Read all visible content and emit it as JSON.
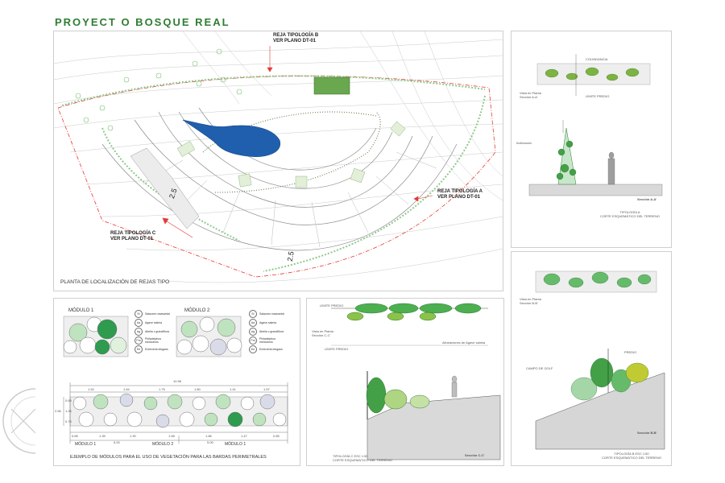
{
  "title": "PROYECT O BOSQUE REAL",
  "site_plan": {
    "caption": "PLANTA DE LOCALIZACIÓN DE REJAS TIPO",
    "label_b": [
      "REJA TIPOLOGÍA B",
      "VER PLANO DT-01"
    ],
    "label_a": [
      "REJA TIPOLOGÍA A",
      "VER PLANO DT-01"
    ],
    "label_c": [
      "REJA TIPOLOGÍA C",
      "VER PLANO DT-01"
    ],
    "dim_1": "2.5",
    "dim_2": "2.5"
  },
  "modules": {
    "module_1": "MÓDULO 1",
    "module_2": "MÓDULO 2",
    "legend": [
      {
        "code": "Sr",
        "text": "Salazam rosavantal"
      },
      {
        "code": "Aa",
        "text": "Agave salmia"
      },
      {
        "code": "Ag",
        "text": "Abelia x grandiflora"
      },
      {
        "code": "Pm",
        "text": "Philadelphus mexicanus"
      },
      {
        "code": "Ee",
        "text": "Echeveria elegans"
      }
    ],
    "legend_2": [
      {
        "code": "Sr",
        "text": "Salazam rosavantal"
      },
      {
        "code": "Aa",
        "text": "Agave salmia"
      },
      {
        "code": "Ag",
        "text": "Abelia x grandiflora"
      },
      {
        "code": "Pm",
        "text": "Philadelphus mexicanus"
      },
      {
        "code": "Ee",
        "text": "Echeveria elegans"
      }
    ],
    "total_dim": "10.96",
    "top_dims": [
      "1.52",
      "1.64",
      "1.75",
      "1.80",
      "1.41",
      "1.57"
    ],
    "bottom_dims": [
      "0.85",
      "1.35",
      "1.30",
      "1.58",
      "1.86",
      "1.47",
      "0.85"
    ],
    "side_dims": [
      "0.69",
      "1.26",
      "0.75"
    ],
    "height_dim": "2.56",
    "mod_labels": [
      "MÓDULO 1",
      "MÓDULO 2",
      "MÓDULO 1"
    ],
    "mod_dims": [
      "5.00",
      "5.00"
    ],
    "caption": "EJEMPLO DE MÓDULOS PARA EL USO DE VEGETACIÓN PARA LAS BARDAS PERIMETRALES"
  },
  "section_c": {
    "limite_top": "LÍMITE PREDIO",
    "vista": [
      "Vista en Planta",
      "Sección C-C'"
    ],
    "limite": "LÍMITE PREDIO",
    "note_right": "Alineaciones de Agave salmia",
    "caption": "Sección C-C'",
    "footer": [
      "TIPOLOGÍA C  esc 1:50",
      "CORTE ESQUEMÁTICO DEL TERRENO"
    ]
  },
  "section_a": {
    "colindancia": "COLINDANCIA",
    "vista": [
      "Vista en Planta",
      "Sección A-A'"
    ],
    "limite": "LÍMITE PREDIO",
    "inclinacion": "Inclinación",
    "caption": "Sección A-A'",
    "footer": [
      "TIPOLOGÍA A",
      "CORTE ESQUEMÁTICO DEL TERRENO"
    ]
  },
  "section_b": {
    "vista": [
      "Vista en Planta",
      "Sección B-B'"
    ],
    "predio": "PREDIO",
    "campo": "CAMPO DE GOLF",
    "caption": "Sección B-B'",
    "footer": [
      "TIPOLOGÍA B  esc 1:50",
      "CORTE ESQUEMÁTICO DEL TERRENO"
    ]
  }
}
